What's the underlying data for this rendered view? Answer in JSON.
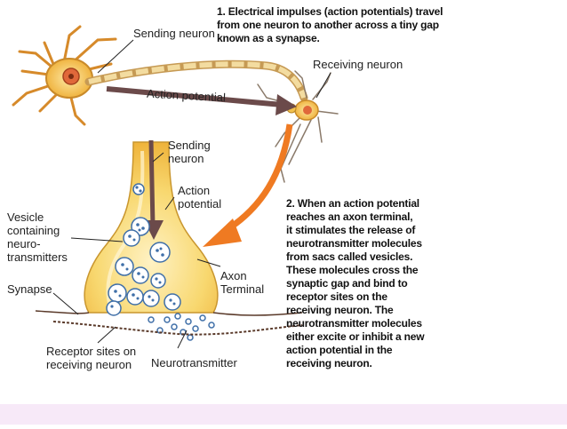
{
  "note_1": {
    "lines": [
      "1. Electrical impulses (action potentials) travel",
      "from one neuron to another across a tiny gap",
      "known as a synapse."
    ]
  },
  "note_2": {
    "lines": [
      "2. When an action potential",
      "reaches an axon terminal,",
      "it stimulates the release of",
      "neurotransmitter molecules",
      "from sacs called vesicles.",
      "These molecules cross the",
      "synaptic gap and bind to",
      "receptor sites on the",
      "receiving neuron.  The",
      "neurotransmitter molecules",
      "either excite or inhibit a new",
      "action potential in the",
      "receiving neuron."
    ]
  },
  "labels": {
    "sending_neuron_top": "Sending neuron",
    "receiving_neuron": "Receiving neuron",
    "action_potential_top": "Action potential",
    "sending_neuron_zoom": [
      "Sending",
      "neuron"
    ],
    "action_potential_zoom": [
      "Action",
      "potential"
    ],
    "vesicle": [
      "Vesicle",
      "containing",
      "neuro-",
      "transmitters"
    ],
    "axon_terminal": [
      "Axon",
      "Terminal"
    ],
    "synapse": "Synapse",
    "receptor_sites": [
      "Receptor sites on",
      "receiving neuron"
    ],
    "neurotransmitter": "Neurotransmitter"
  },
  "colors": {
    "neuron_body": "#f4c25a",
    "neuron_nucleus": "#e0683a",
    "arrow_dark": "#6b4a4a",
    "arrow_orange": "#ef7a22",
    "terminal_fill": "#f6d36a",
    "vesicle_blue": "#3f6fa8",
    "footer_band": "#f7e9f8"
  }
}
